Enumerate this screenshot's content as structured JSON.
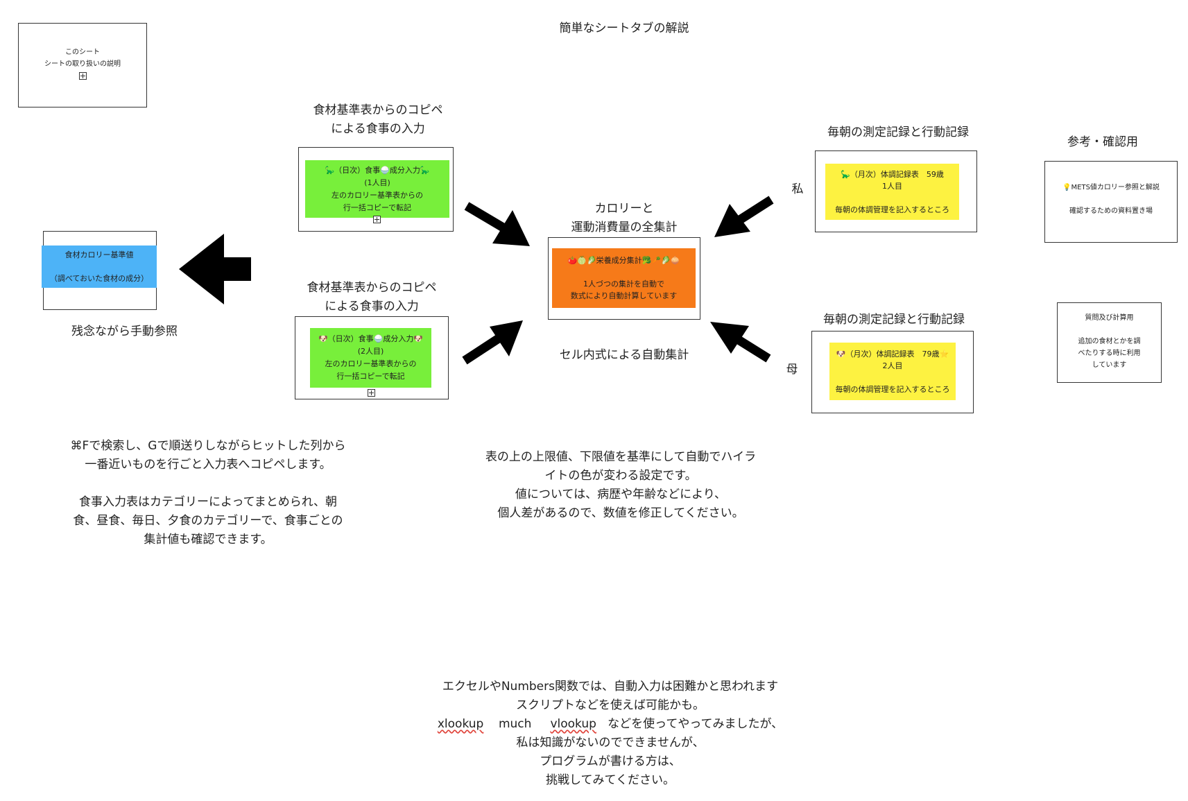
{
  "title": "簡単なシートタブの解説",
  "this_sheet_box": {
    "line1": "このシート",
    "line2": "シートの取り扱いの説明"
  },
  "food_table_box": {
    "line1": "食材カロリー基準値",
    "line2": "（調べておいた食材の成分）",
    "color": "#4db3f7"
  },
  "food_table_caption": "残念ながら手動参照",
  "input_caption_1": [
    "食材基準表からのコピペ",
    "による食事の入力"
  ],
  "input_box_1": {
    "line1": "🦕（日次）食事🍚成分入力🦕",
    "line2": "(1人目)",
    "line3": "左のカロリー基準表からの",
    "line4": "行一括コピーで転記",
    "color": "#78ef3b"
  },
  "input_caption_2": [
    "食材基準表からのコピペ",
    "による食事の入力"
  ],
  "input_box_2": {
    "line1": "🐶（日次）食事🍚成分入力🐶",
    "line2": "(2人目)",
    "line3": "左のカロリー基準表からの",
    "line4": "行一括コピーで転記",
    "color": "#78ef3b"
  },
  "center_caption": [
    "カロリーと",
    "運動消費量の全集計"
  ],
  "center_box": {
    "line1": "🍅🍈🥬栄養成分集計🥦🥕🥬🧅",
    "line2": "1人づつの集計を自動で",
    "line3": "数式により自動計算しています",
    "color": "#f67a19"
  },
  "center_sub_caption": "セル内式による自動集計",
  "label_me": "私",
  "label_mother": "母",
  "record_caption_1": "毎朝の測定記録と行動記録",
  "record_box_1": {
    "line1": "🦕（月次）体調記録表　59歳",
    "line2": "1人目",
    "line3": "毎朝の体調管理を記入するところ",
    "color": "#fdf241"
  },
  "record_caption_2": "毎朝の測定記録と行動記録",
  "record_box_2": {
    "line1": "🐶（月次）体調記録表　79歳⭐",
    "line2": "2人目",
    "line3": "毎朝の体調管理を記入するところ",
    "color": "#fdf241"
  },
  "reference_caption": "参考・確認用",
  "reference_box": {
    "line1": "💡METS値カロリー参照と解説",
    "line2": "確認するための資料置き場"
  },
  "question_box": {
    "line1": "質問及び計算用",
    "line2": "追加の食材とかを調",
    "line3": "べたりする時に利用",
    "line4": "しています"
  },
  "left_paragraph": [
    "⌘Fで検索し、Gで順送りしながらヒットした列から",
    "一番近いものを行ごと入力表へコピペします。",
    "",
    "食事入力表はカテゴリーによってまとめられ、朝",
    "食、昼食、毎日、夕食のカテゴリーで、食事ごとの",
    "集計値も確認できます。"
  ],
  "middle_paragraph": [
    "表の上の上限値、下限値を基準にして自動でハイラ",
    "イトの色が変わる設定です。",
    "値については、病歴や年齢などにより、",
    "個人差があるので、数値を修正してください。"
  ],
  "bottom_paragraph": {
    "line1": "エクセルやNumbers関数では、自動入力は困難かと思われます",
    "line2": "スクリプトなどを使えば可能かも。",
    "fn1": "xlookup",
    "fn2": "much",
    "fn3": "vlookup",
    "line3_rest": "などを使ってやってみましたが、",
    "line4": "私は知識がないのでできませんが、",
    "line5": "プログラムが書ける方は、",
    "line6": "挑戦してみてください。"
  }
}
